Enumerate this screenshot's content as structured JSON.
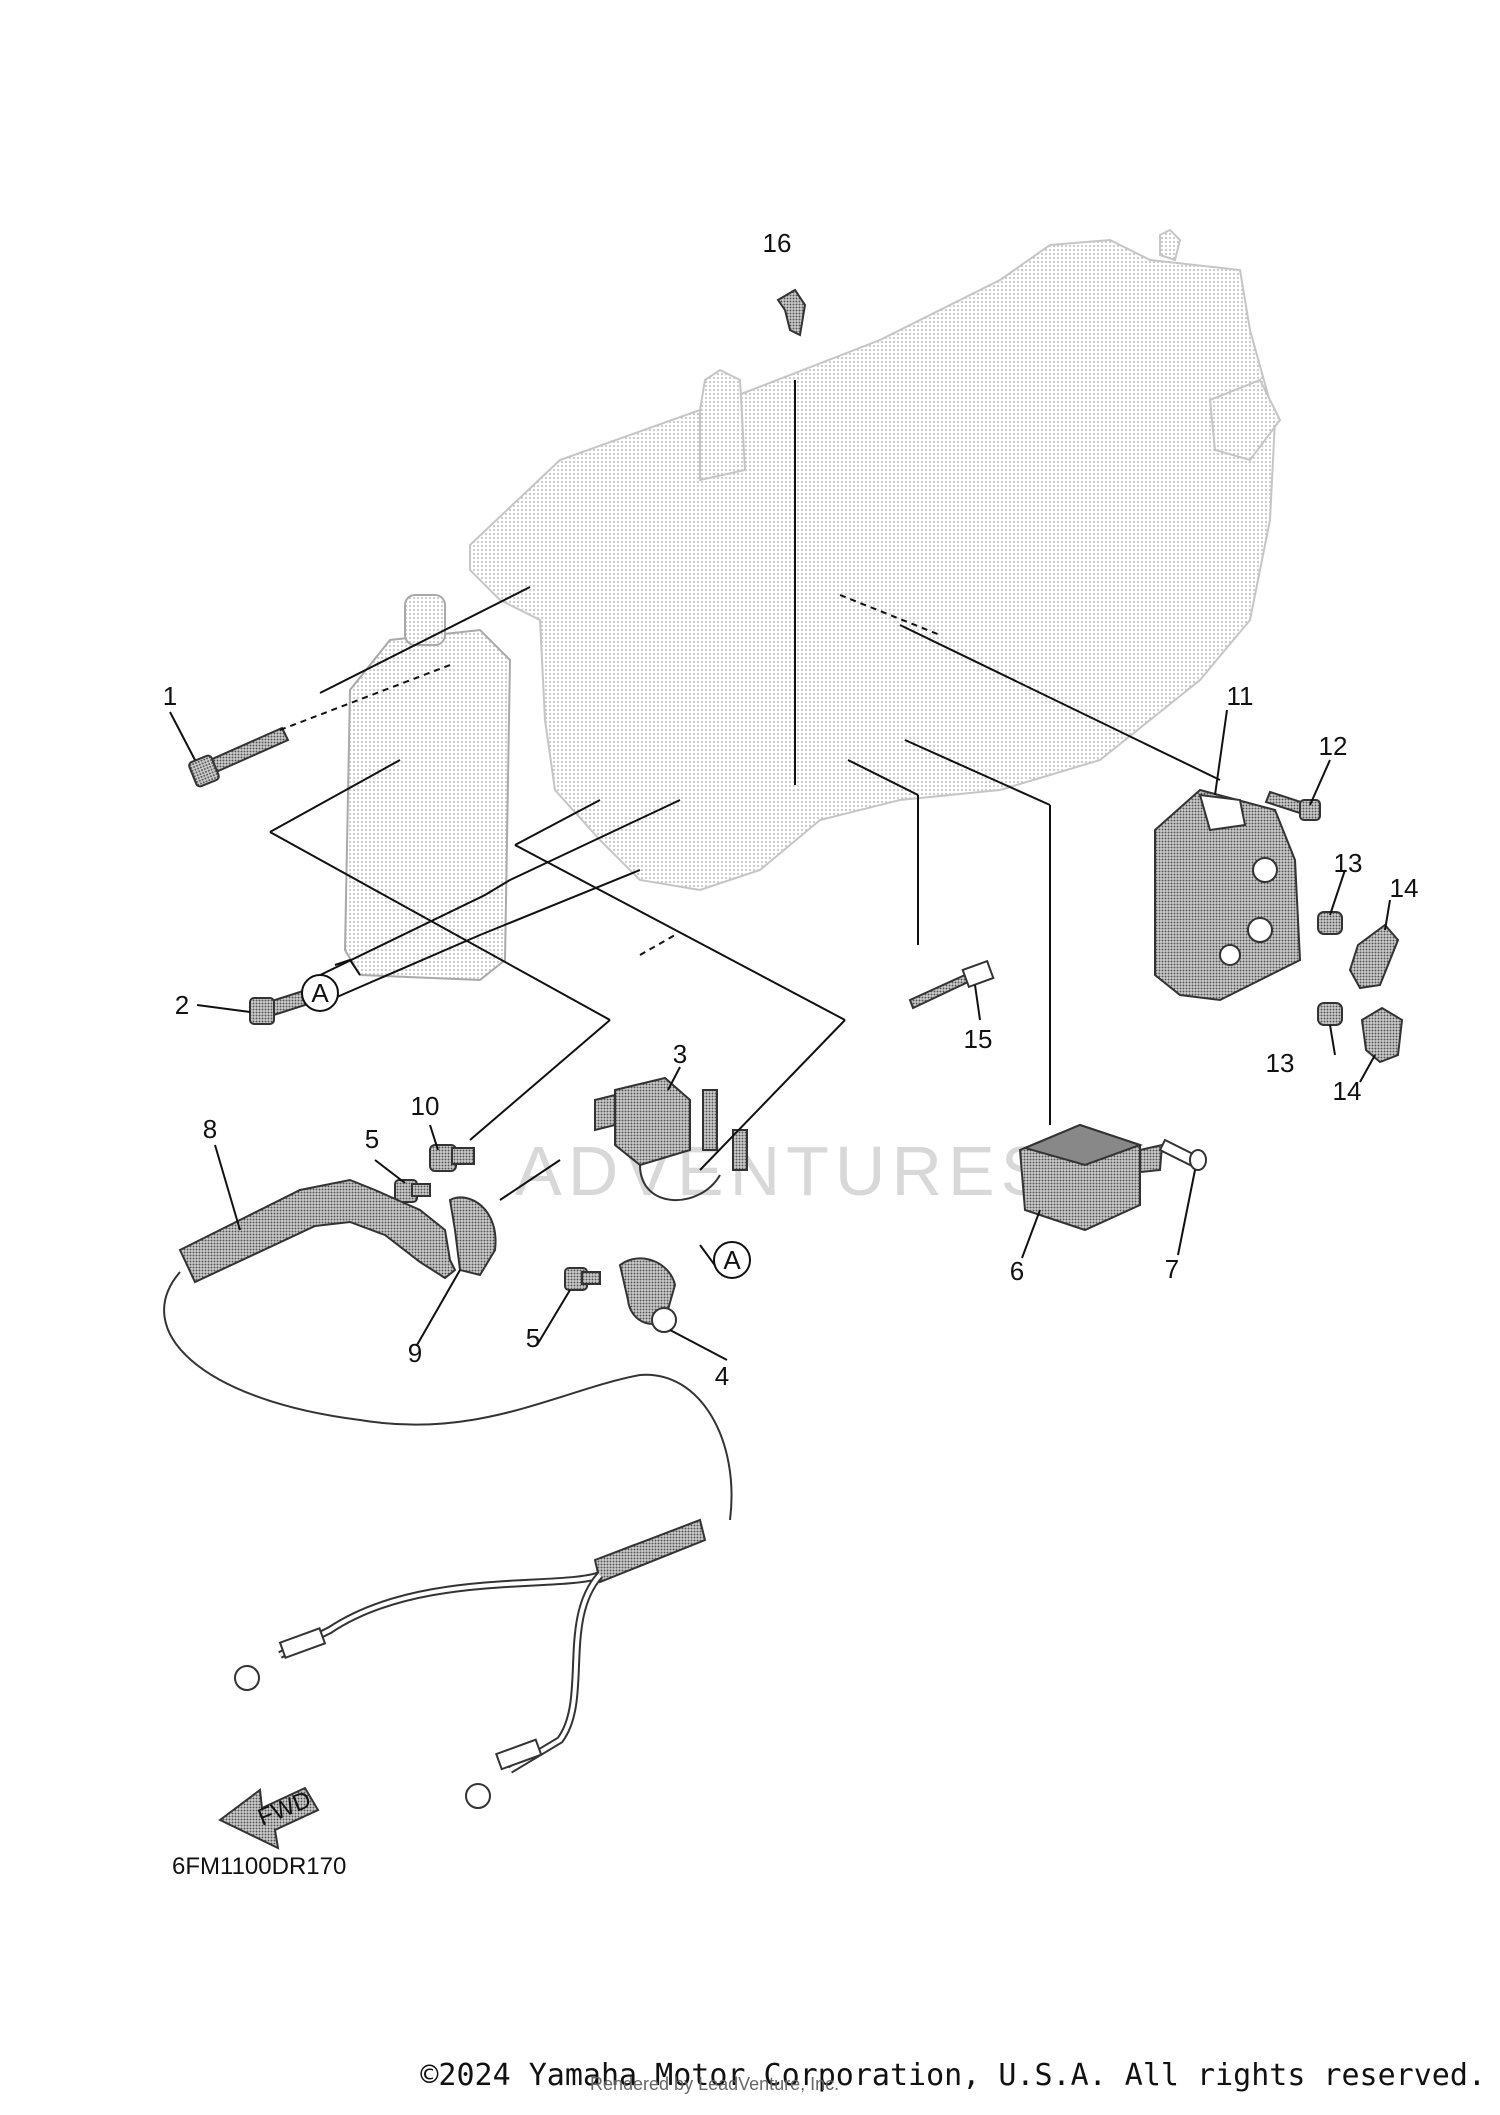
{
  "diagram": {
    "callouts": [
      "1",
      "2",
      "3",
      "4",
      "5",
      "5",
      "6",
      "7",
      "8",
      "9",
      "10",
      "11",
      "12",
      "13",
      "13",
      "14",
      "14",
      "15",
      "16"
    ],
    "view_marker": "A",
    "fwd_label": "FWD",
    "reference_code": "6FM1100DR170",
    "watermark": "ADVENTURES"
  },
  "footer": {
    "copyright": "©2024 Yamaha Motor Corporation, U.S.A. All rights reserved.",
    "rendered_by": "Rendered by LeadVenture, Inc."
  },
  "colors": {
    "ink": "#111111",
    "ghost_engine": "#d9d9d9",
    "part_fill": "#9a9a9a"
  }
}
